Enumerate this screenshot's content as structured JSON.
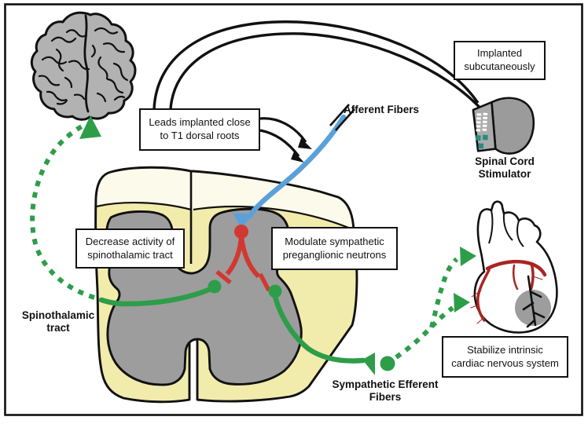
{
  "boxes": {
    "leads_implanted": "Leads implanted close\nto T1 dorsal roots",
    "implanted_subcutaneously": "Implanted\nsubcutaneously",
    "decrease_activity": "Decrease activity of\nspinothalamic tract",
    "modulate_sympathetic": "Modulate sympathetic\npreganglionic neutrons",
    "stabilize_intrinsic": "Stabilize intrinsic\ncardiac nervous system"
  },
  "labels": {
    "afferent_fibers": "Afferent Fibers",
    "spinal_cord_stimulator": "Spinal Cord\nStimulator",
    "spinothalamic_tract": "Spinothalamic\ntract",
    "sympathetic_efferent_fibers": "Sympathetic Efferent\nFibers"
  },
  "illustrations": {
    "brain": "brain top view, gray with sulci",
    "spinal_cord_cross_section": "butterfly gray matter in yellow white matter",
    "heart": "heart with coronary arteries and intrinsic ganglia (gray circle)",
    "stimulator_device": "implantable pulse generator with connector pins"
  },
  "colors": {
    "background": "#ffffff",
    "ink": "#111111",
    "green": "#2e9d49",
    "red": "#d23832",
    "blue": "#5ba1d9",
    "yellow": "#f1ecac",
    "cream": "#fcfaea",
    "gray_matter": "#9d9d9d",
    "brain_gray": "#b2b2b2",
    "device_gray": "#9b9b9b",
    "device_panel": "#ababab",
    "teal": "#2b8a80",
    "artery_red": "#a82622"
  }
}
